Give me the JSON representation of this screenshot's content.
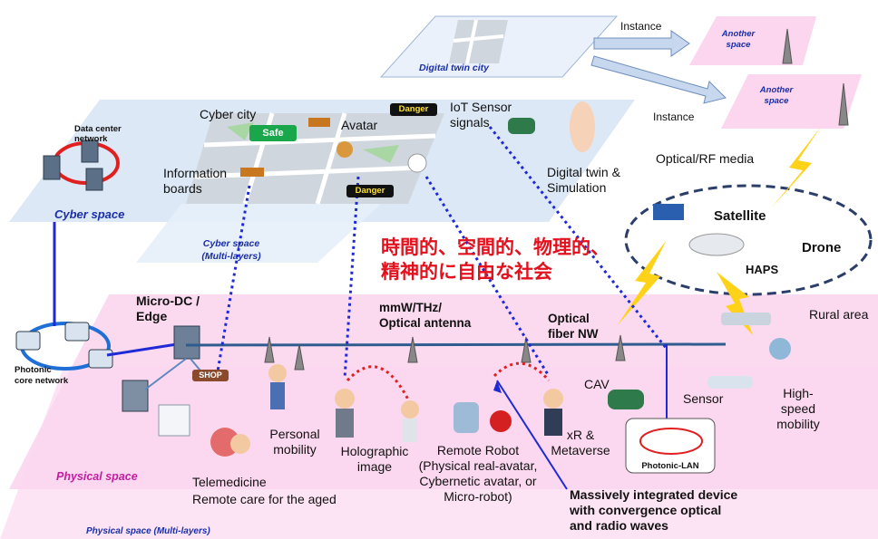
{
  "cyber": {
    "cyber_space": "Cyber space",
    "cyber_space_multi": "Cyber space\n(Multi-layers)",
    "data_center": "Data center\nnetwork",
    "cyber_city": "Cyber city",
    "information_boards": "Information\nboards",
    "avatar": "Avatar",
    "iot_sensor": "IoT Sensor\nsignals",
    "digital_twin_sim": "Digital twin &\nSimulation",
    "safe": "Safe",
    "danger": "Danger"
  },
  "twin": {
    "digital_twin_city": "Digital twin city",
    "instance": "Instance",
    "another_space": "Another\nspace"
  },
  "sky": {
    "optical_rf": "Optical/RF media",
    "satellite": "Satellite",
    "drone": "Drone",
    "haps": "HAPS"
  },
  "slogan": "時間的、空間的、物理的、\n精神的に自由な社会",
  "network": {
    "micro_dc": "Micro-DC /\nEdge",
    "mmw": "mmW/THz/\nOptical antenna",
    "fiber": "Optical\nfiber NW",
    "photonic_core": "Photonic\ncore network",
    "photonic_lan": "Photonic-LAN",
    "shop": "SHOP"
  },
  "physical": {
    "physical_space": "Physical space",
    "physical_multi": "Physical space  (Multi-layers)",
    "telemedicine": "Telemedicine\nRemote care for the aged",
    "personal_mobility": "Personal\nmobility",
    "holographic": "Holographic\nimage",
    "remote_robot": "Remote Robot\n(Physical real-avatar,\nCybernetic avatar, or\nMicro-robot)",
    "xr": "xR &\nMetaverse",
    "cav": "CAV",
    "sensor": "Sensor",
    "rural": "Rural area",
    "high_speed": "High-\nspeed\nmobility",
    "massive": "Massively integrated device\nwith convergence optical\nand radio waves"
  },
  "colors": {
    "cyber_plane": "#dce8f6",
    "physical_plane": "#fbd3ee",
    "safe_green": "#1aa64a",
    "danger_black": "#111111",
    "link_blue": "#1f2ad6",
    "link_red": "#e02020",
    "lightning": "#ffd21a"
  }
}
